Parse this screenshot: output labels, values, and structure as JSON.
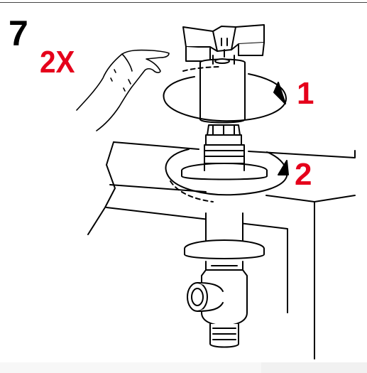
{
  "step_number": "7",
  "repeat_label": "2X",
  "step_labels": [
    "1",
    "2"
  ],
  "colors": {
    "ink": "#000000",
    "accent": "#e5001b"
  },
  "icons": [
    "hand-icon",
    "rotation-arrow-icon"
  ]
}
